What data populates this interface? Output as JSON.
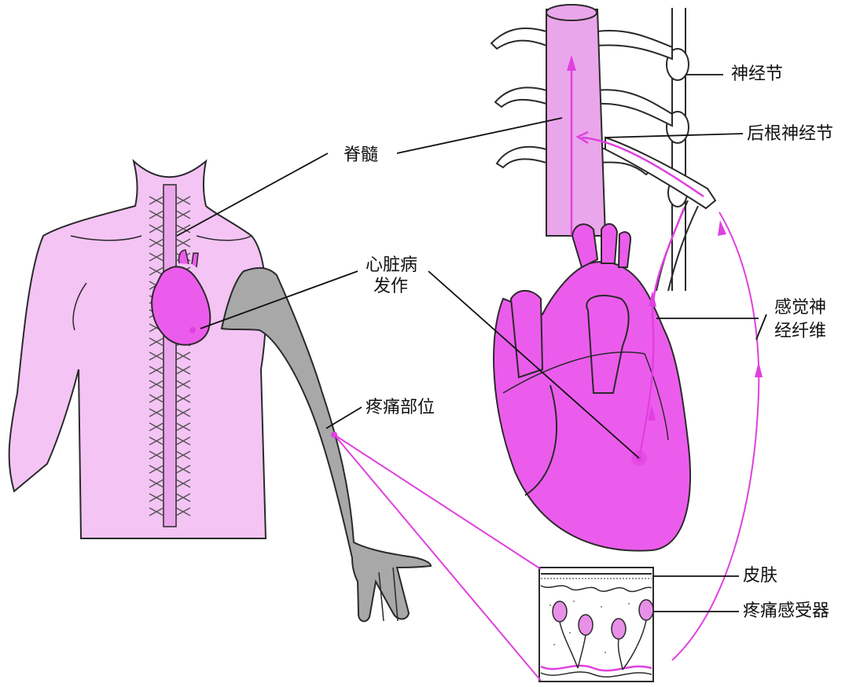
{
  "labels": {
    "spinal_cord": "脊髓",
    "heart_attack_line1": "心脏病",
    "heart_attack_line2": "发作",
    "pain_site": "疼痛部位",
    "ganglion": "神经节",
    "dorsal_root_ganglion": "后根神经节",
    "sensory_fiber_line1": "感觉神",
    "sensory_fiber_line2": "经纤维",
    "skin": "皮肤",
    "pain_receptor": "疼痛感受器"
  },
  "colors": {
    "body_pink": "#f4c4f4",
    "heart_magenta": "#ec5cec",
    "nerve_magenta": "#e040e0",
    "arm_gray": "#a8a8a8",
    "outline": "#2a2a2a",
    "spine_pink": "#eaa6ea"
  }
}
